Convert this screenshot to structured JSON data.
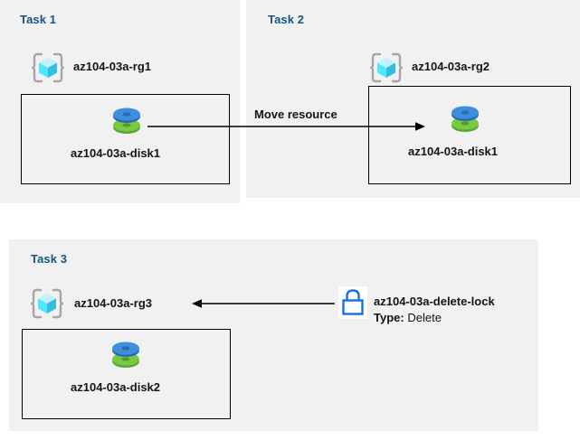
{
  "diagram": {
    "background": "#ffffff",
    "panel_fill": "#f1f1f1",
    "title_color": "#15557f",
    "accent_blue": "#1a6fe0",
    "disk_blue": "#3a8ddc",
    "disk_green": "#6fbf33",
    "cube_cyan": "#50e6ff"
  },
  "panels": [
    {
      "title": "Task 1",
      "resource_group": {
        "name": "az104-03a-rg1",
        "icon": "resource-group-icon"
      },
      "resource": {
        "name": "az104-03a-disk1",
        "icon": "managed-disk-icon"
      }
    },
    {
      "title": "Task 2",
      "resource_group": {
        "name": "az104-03a-rg2",
        "icon": "resource-group-icon"
      },
      "resource": {
        "name": "az104-03a-disk1",
        "icon": "managed-disk-icon"
      }
    },
    {
      "title": "Task 3",
      "resource_group": {
        "name": "az104-03a-rg3",
        "icon": "resource-group-icon"
      },
      "resource": {
        "name": "az104-03a-disk2",
        "icon": "managed-disk-icon"
      }
    }
  ],
  "connectors": {
    "move_resource": {
      "label": "Move resource",
      "direction": "left-to-right"
    },
    "lock_link": {
      "direction": "right-to-left"
    }
  },
  "lock": {
    "icon": "lock-icon",
    "name": "az104-03a-delete-lock",
    "type_key": "Type:",
    "type_value": "Delete"
  }
}
